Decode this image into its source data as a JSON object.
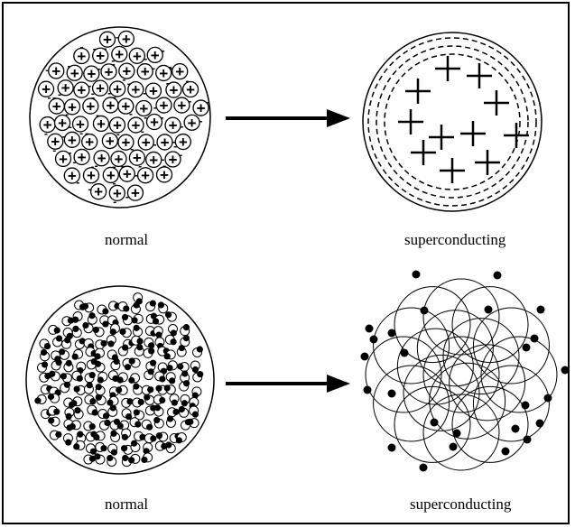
{
  "top_row": {
    "left_caption": "normal",
    "right_caption": "superconducting"
  },
  "bottom_row": {
    "left_caption": "normal",
    "right_caption": "superconducting"
  },
  "symbols": {
    "plus": "+",
    "minus": "-"
  },
  "colors": {
    "ink": "#000000",
    "background": "#ffffff"
  }
}
